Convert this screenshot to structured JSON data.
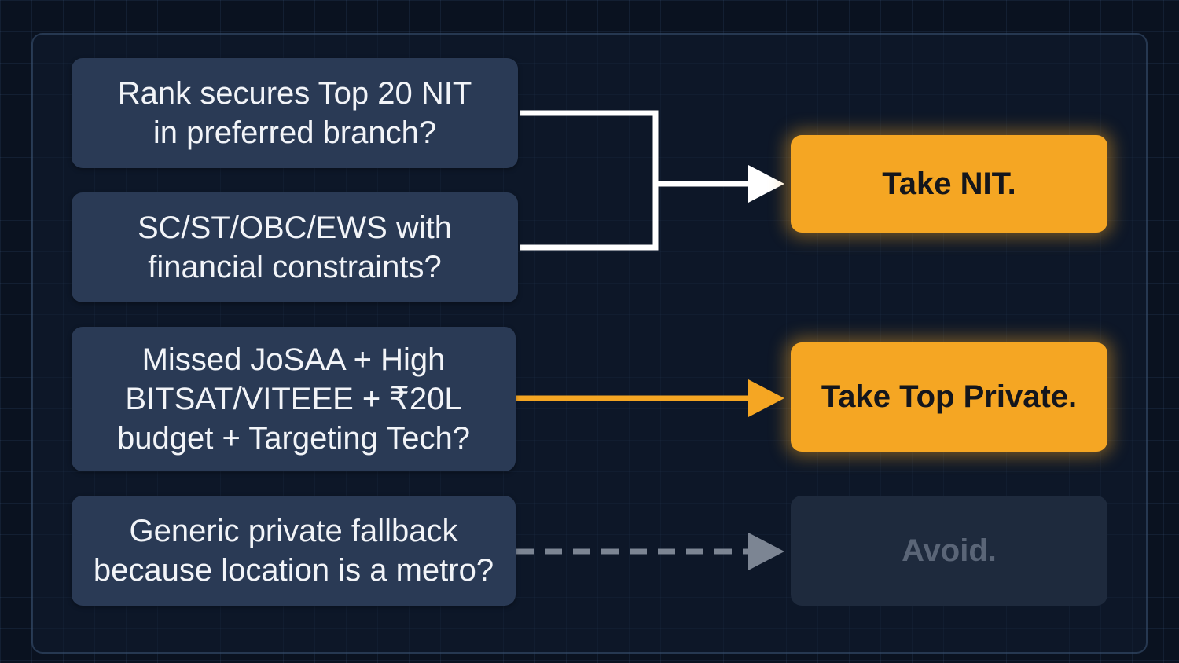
{
  "conditions": [
    {
      "lines": [
        "Rank secures Top 20 NIT",
        "in preferred branch?"
      ]
    },
    {
      "lines": [
        "SC/ST/OBC/EWS with",
        "financial constraints?"
      ]
    },
    {
      "lines": [
        "Missed JoSAA + High",
        "BITSAT/VITEEE + ₹20L",
        "budget + Targeting Tech?"
      ]
    },
    {
      "lines": [
        "Generic private fallback",
        "because location is a metro?"
      ]
    }
  ],
  "outcomes": {
    "nit": "Take NIT.",
    "private": "Take Top Private.",
    "avoid": "Avoid."
  },
  "colors": {
    "accent": "#f5a623",
    "connector_white": "#ffffff",
    "connector_dashed": "#7c8593",
    "box": "#2a3a55",
    "inactive_box": "#1e2a3d"
  }
}
